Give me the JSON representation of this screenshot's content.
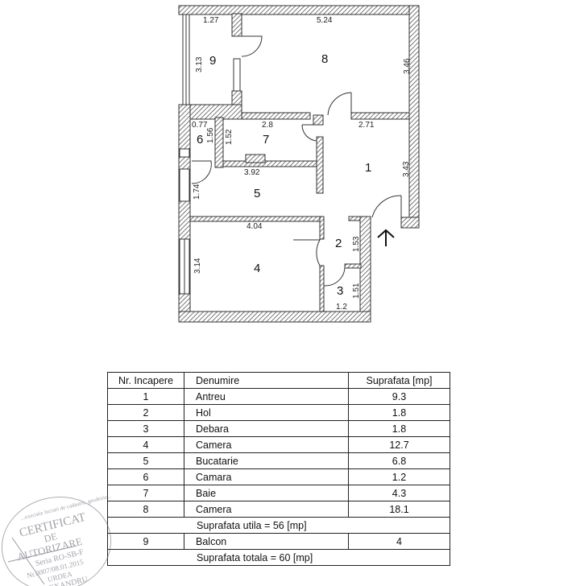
{
  "plan": {
    "rooms": [
      "1",
      "2",
      "3",
      "4",
      "5",
      "6",
      "7",
      "8",
      "9"
    ],
    "dimensions": {
      "r9_width": "1.27",
      "r9_height": "3.13",
      "r8_width": "5.24",
      "r8_height": "3.46",
      "r6_width": "0.77",
      "r6_height": "1.56",
      "r7_width": "2.8",
      "r7_height": "1.52",
      "r1_width": "2.71",
      "r1_height": "3.43",
      "r5_width": "3.92",
      "r5_height": "1.74",
      "r4_width": "4.04",
      "r4_height": "3.14",
      "r2_height": "1.53",
      "r3_height": "1.51",
      "r3_width": "1.2"
    },
    "entrance_icon": "arrow-up-icon"
  },
  "table": {
    "headers": [
      "Nr. Incapere",
      "Denumire",
      "Suprafata [mp]"
    ],
    "rows": [
      {
        "nr": "1",
        "name": "Antreu",
        "area": "9.3"
      },
      {
        "nr": "2",
        "name": "Hol",
        "area": "1.8"
      },
      {
        "nr": "3",
        "name": "Debara",
        "area": "1.8"
      },
      {
        "nr": "4",
        "name": "Camera",
        "area": "12.7"
      },
      {
        "nr": "5",
        "name": "Bucatarie",
        "area": "6.8"
      },
      {
        "nr": "6",
        "name": "Camara",
        "area": "1.2"
      },
      {
        "nr": "7",
        "name": "Baie",
        "area": "4.3"
      },
      {
        "nr": "8",
        "name": "Camera",
        "area": "18.1"
      }
    ],
    "useful_total": "Suprafata utila = 56 [mp]",
    "balcony": {
      "nr": "9",
      "name": "Balcon",
      "area": "4"
    },
    "grand_total": "Suprafata totala = 60 [mp]"
  },
  "stamp": {
    "ring": "...executie lucrari de cadastru, geodezie...",
    "line1": "CERTIFICAT",
    "line2": "DE",
    "line3": "AUTORIZARE",
    "line4": "Seria RO-SB-F",
    "line5": "Nr.0007/08.01.2015",
    "line6": "URDEA",
    "line7": "ALEXANDRU"
  },
  "colors": {
    "wall": "#555555",
    "line": "#222222"
  }
}
